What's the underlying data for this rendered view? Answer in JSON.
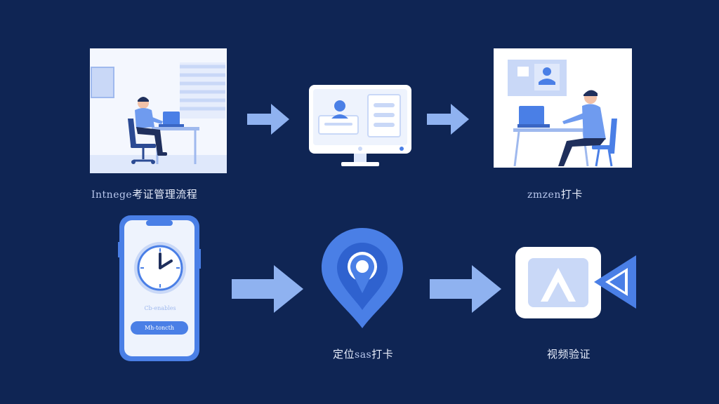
{
  "colors": {
    "background": "#0f2554",
    "primary_blue": "#4a7fe6",
    "light_blue": "#c9d8f7",
    "arrow": "#8fb2f0",
    "white": "#ffffff"
  },
  "steps": [
    {
      "id": "office-scene",
      "caption_prefix": "Intnege",
      "caption_main": "考证管理流程"
    },
    {
      "id": "monitor-screen",
      "caption_prefix": "",
      "caption_main": ""
    },
    {
      "id": "remote-scene",
      "caption_prefix": "zmzen",
      "caption_main": "打卡"
    },
    {
      "id": "phone-clock",
      "caption_prefix": "",
      "caption_main": "",
      "phone_small_text": "Cb-enables",
      "phone_button_label": "Mh-toncth"
    },
    {
      "id": "location-pin",
      "caption_prefix": "",
      "caption_main": "定位",
      "caption_mid": "sas",
      "caption_suffix": "打卡"
    },
    {
      "id": "video-verify",
      "caption_prefix": "",
      "caption_main": "视频验证"
    }
  ],
  "icons": {
    "arrow": "right-arrow-icon",
    "clock": "clock-icon",
    "pin": "location-pin-icon",
    "video": "video-camera-icon",
    "monitor": "monitor-icon",
    "phone": "smartphone-icon"
  }
}
